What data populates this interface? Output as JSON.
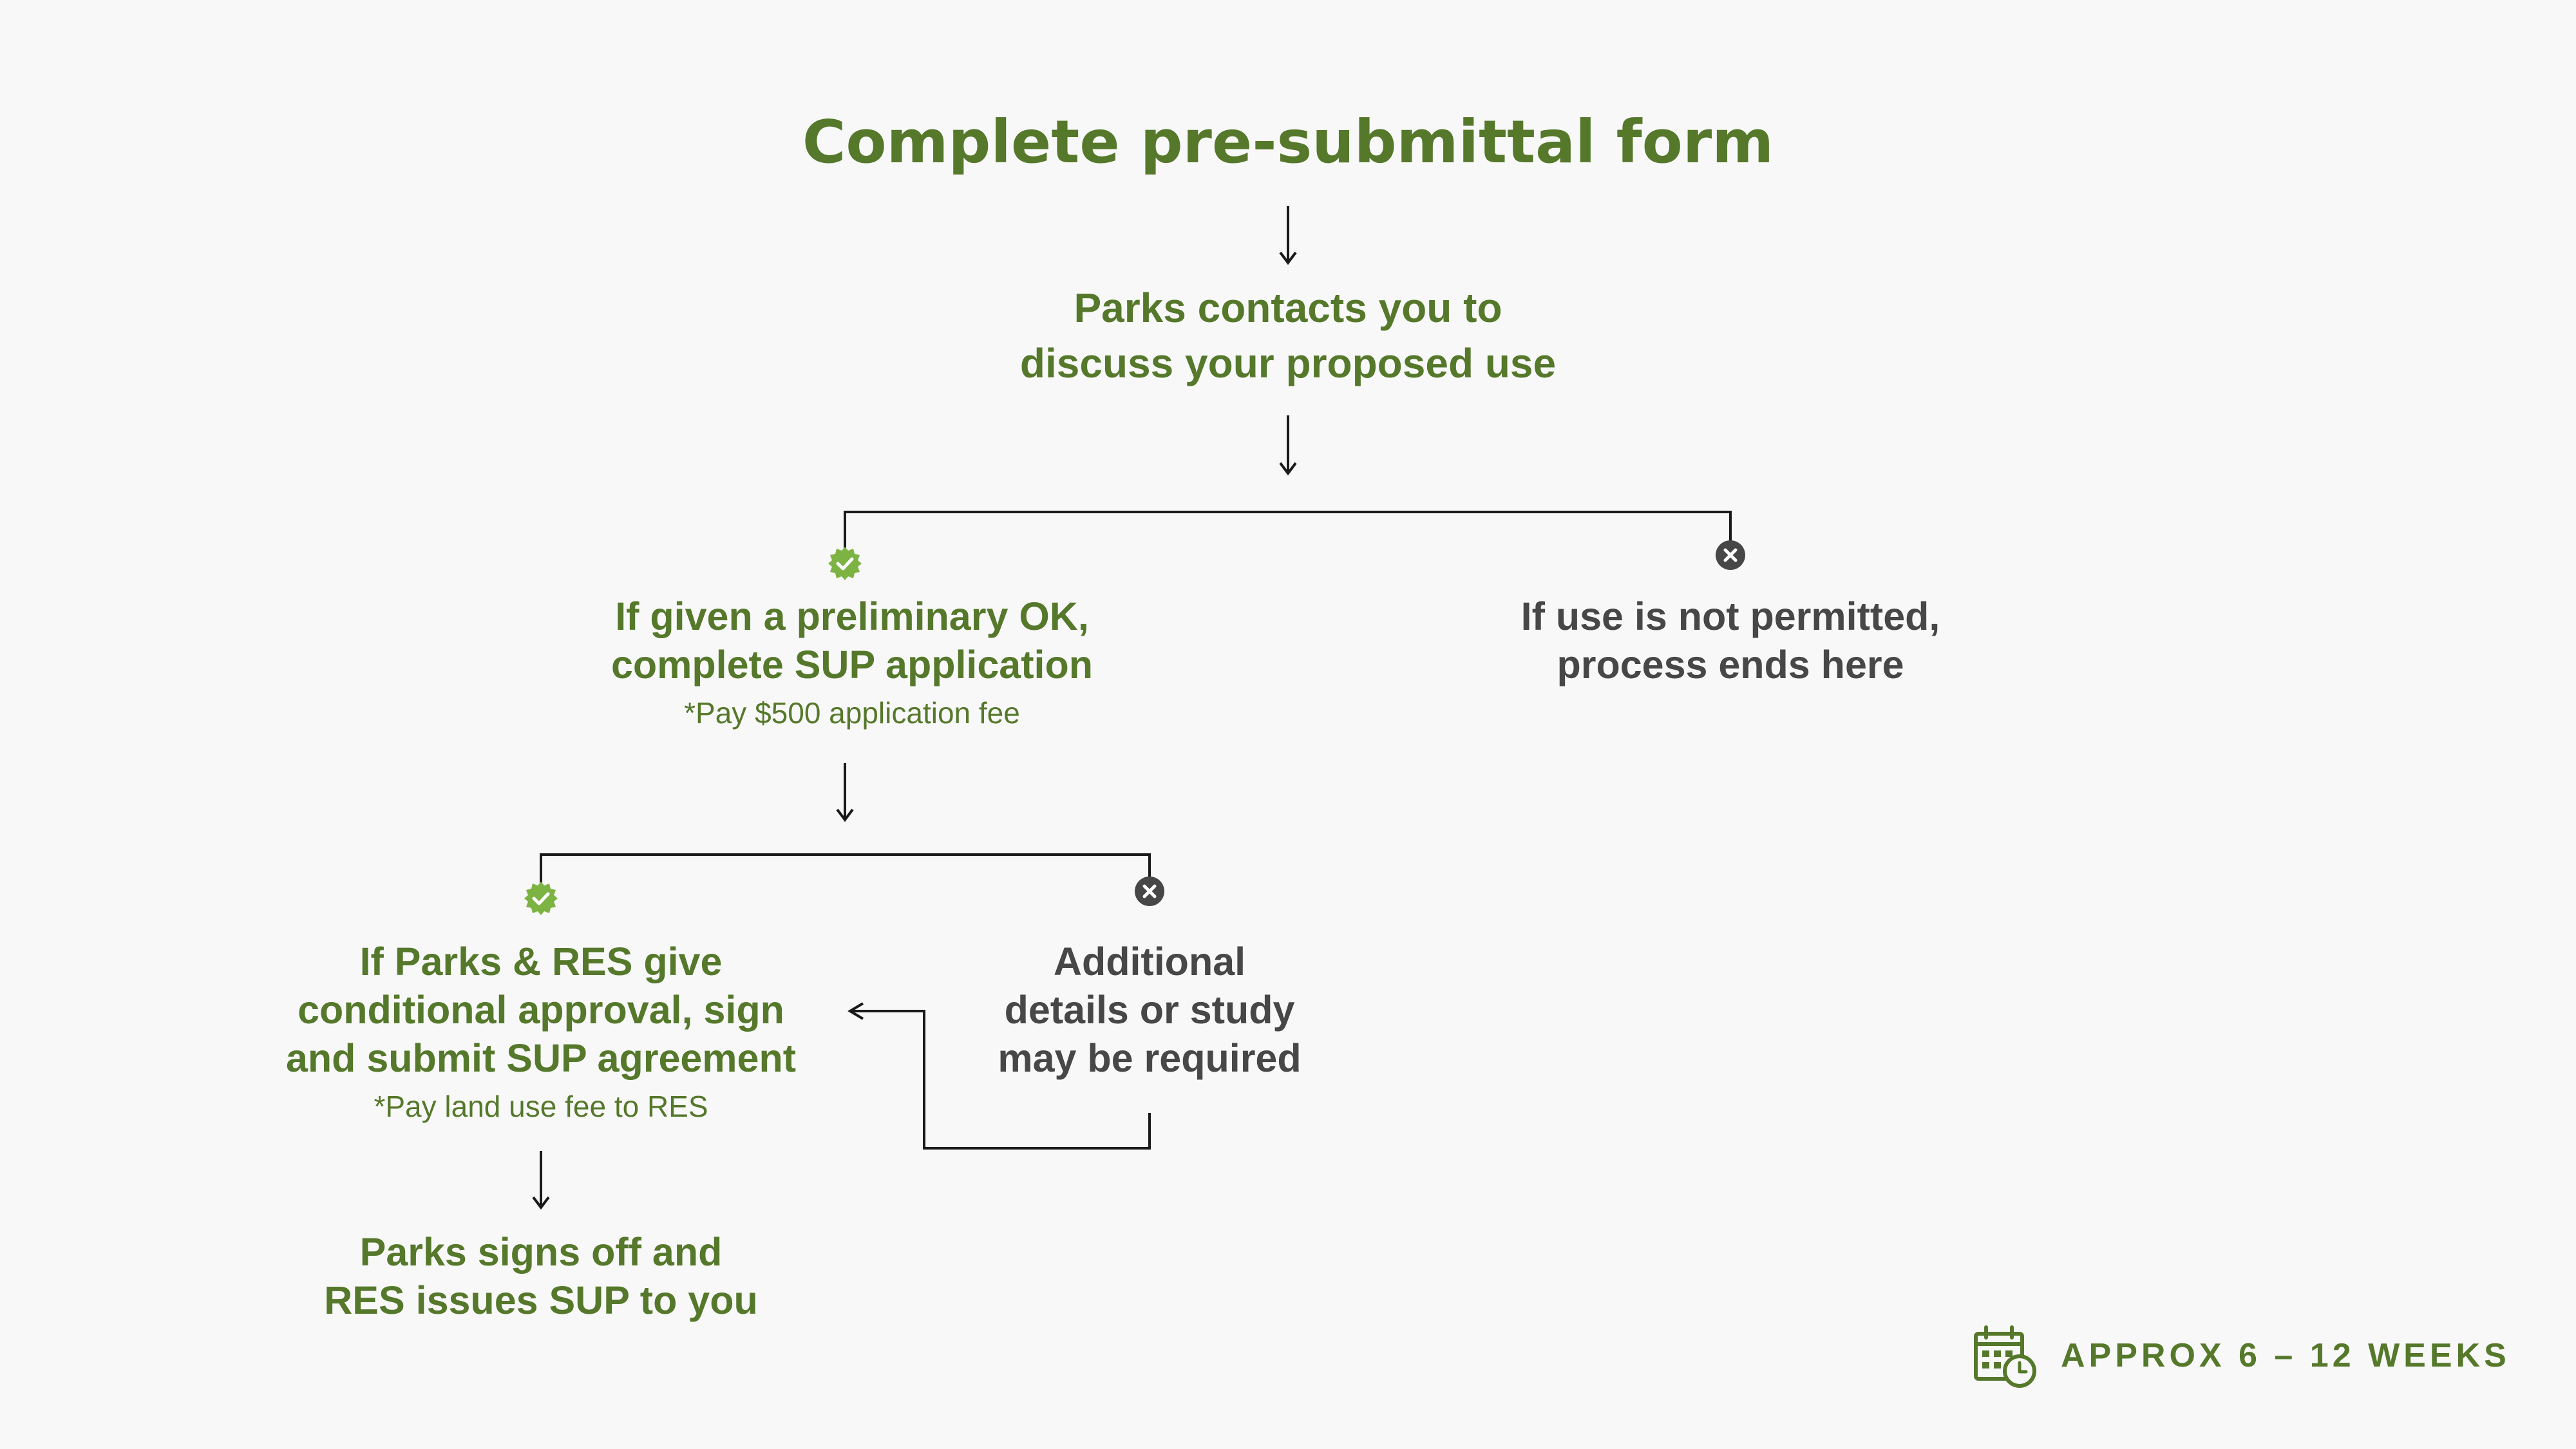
{
  "title": "Complete pre-submittal form",
  "step_contact": {
    "line1": "Parks contacts you to",
    "line2": "discuss your proposed use"
  },
  "branch_ok": {
    "line1": "If given a preliminary OK,",
    "line2": "complete SUP application",
    "note": "*Pay $500 application fee"
  },
  "branch_denied": {
    "line1": "If use is not permitted,",
    "line2": "process ends here"
  },
  "branch_approval": {
    "line1": "If Parks & RES give",
    "line2": "conditional approval, sign",
    "line3": "and submit SUP agreement",
    "note": "*Pay land use fee to RES"
  },
  "branch_additional": {
    "line1": "Additional",
    "line2": "details or study",
    "line3": "may be required"
  },
  "final_step": {
    "line1": "Parks signs off and",
    "line2": "RES issues SUP to you"
  },
  "timeline": {
    "label": "APPROX 6 – 12 WEEKS",
    "icon": "calendar-clock-icon"
  },
  "colors": {
    "primary_green": "#55782b",
    "check_green": "#7cb342",
    "dark_gray": "#474747",
    "line": "#1a1a1a",
    "background": "#f8f8f8"
  }
}
